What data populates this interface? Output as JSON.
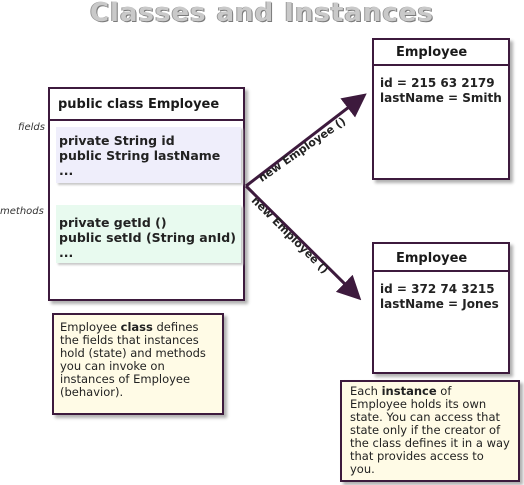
{
  "title": "Classes and Instances",
  "class_box": {
    "header": "public class Employee",
    "fields_label": "fields",
    "fields": [
      "private String id",
      "public  String lastName",
      "..."
    ],
    "methods_label": "methods",
    "methods": [
      "private getId ()",
      "public  setId (String anId)",
      "..."
    ]
  },
  "class_note": {
    "prefix": "Employee ",
    "bold": "class",
    "suffix": " defines the fields that instances hold (state) and methods you can invoke on instances of Employee (behavior)."
  },
  "arrows": [
    {
      "label": "new Employee ()"
    },
    {
      "label": "new Employee ()"
    }
  ],
  "instances": [
    {
      "header": "Employee",
      "id_line": "id = 215 63 2179",
      "name_line": "lastName = Smith"
    },
    {
      "header": "Employee",
      "id_line": "id = 372 74 3215",
      "name_line": "lastName = Jones"
    }
  ],
  "instance_note": {
    "prefix": "Each ",
    "bold": "instance",
    "suffix": " of Employee holds its own state. You can access that state only if the creator of the class defines it in a way that provides access to you."
  },
  "colors": {
    "border": "#3d1a3d",
    "fields_bg": "#efeefb",
    "methods_bg": "#e8faef",
    "note_bg": "#fffbe6"
  }
}
